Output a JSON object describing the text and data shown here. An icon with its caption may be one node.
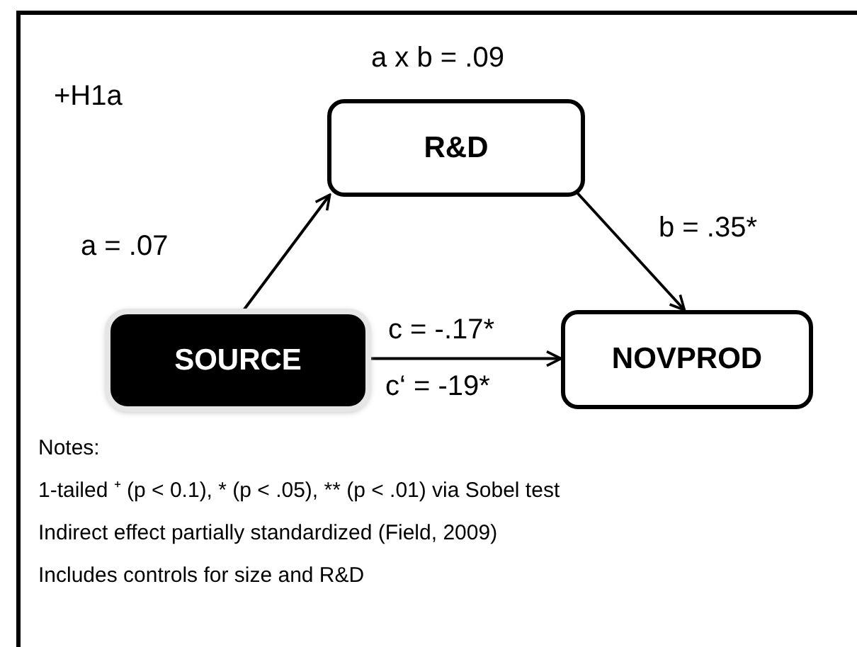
{
  "diagram": {
    "nodes": [
      {
        "text": [
          "R&D"
        ]
      },
      {
        "text": [
          "SOURCE"
        ]
      },
      {
        "text": [
          "NOVPROD"
        ]
      }
    ],
    "edges": [
      {
        "from": 1,
        "to": 0,
        "arrow": "to",
        "label": "a = .07"
      },
      {
        "from": 0,
        "to": 2,
        "arrow": "to",
        "label": "b = .35*"
      },
      {
        "from": 1,
        "to": 2,
        "arrow": "to",
        "label": "c = -.17*"
      }
    ],
    "labels": [
      "+H1a",
      "a x b = .09",
      "c‘ = -19*",
      "Notes:",
      "1-tailed ⁺ (p < 0.1), * (p < .05), ** (p < .01) via Sobel test",
      "Indirect effect partially standardized (Field, 2009)",
      "Includes controls for size and R&D"
    ]
  }
}
